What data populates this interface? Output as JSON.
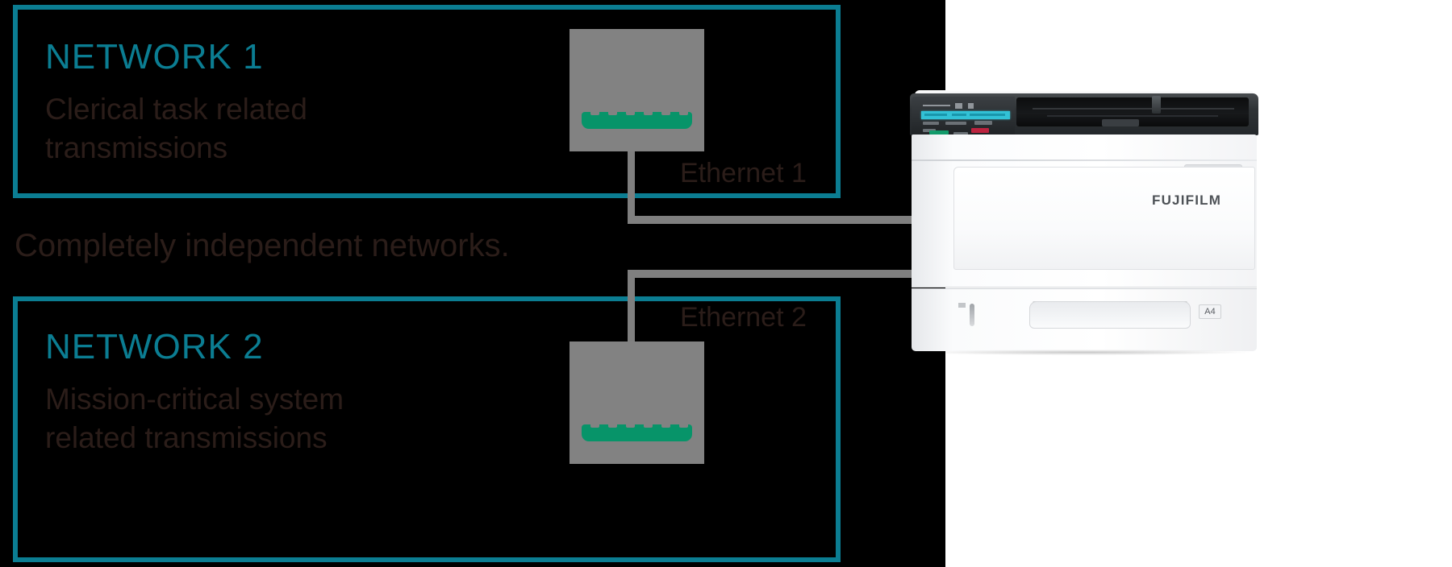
{
  "diagram": {
    "title_hidden": "",
    "colors": {
      "accent_teal": "#0b7d92",
      "backdrop": "#000000",
      "text_brown": "#2b1d19",
      "switch_gray": "#828282",
      "port_green": "#079469",
      "cable_gray": "#7f7f7f",
      "lcd_cyan": "#32c1d6"
    },
    "middle_note": "Completely independent networks.",
    "networks": [
      {
        "title": "NETWORK 1",
        "description": "Clerical task related\ntransmissions",
        "ethernet_label": "Ethernet 1",
        "device_name": "network-switch"
      },
      {
        "title": "NETWORK 2",
        "description": "Mission-critical system\nrelated transmissions",
        "ethernet_label": "Ethernet 2",
        "device_name": "network-switch"
      }
    ],
    "printer": {
      "brand": "FUJIFILM",
      "paper_size_badge": "A4"
    }
  }
}
